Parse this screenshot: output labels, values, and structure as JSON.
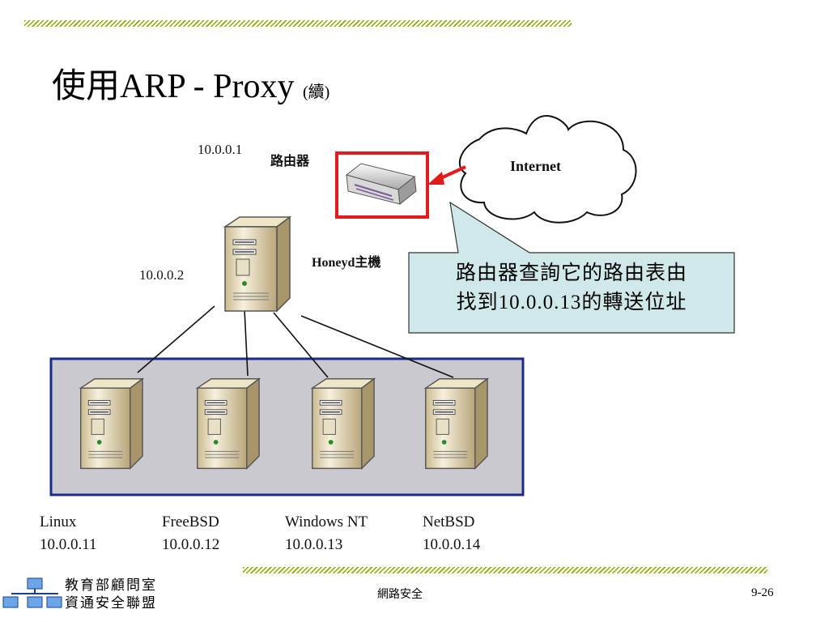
{
  "title": {
    "main": "使用ARP - Proxy",
    "sub": "(續)"
  },
  "diagram": {
    "router": {
      "ip": "10.0.0.1",
      "label": "路由器"
    },
    "cloud": {
      "label": "Internet"
    },
    "honeyd": {
      "ip": "10.0.0.2",
      "label": "Honeyd主機"
    },
    "callout": {
      "line1": "路由器查詢它的路由表由",
      "line2": "找到10.0.0.13的轉送位址"
    },
    "hosts": [
      {
        "os": "Linux",
        "ip": "10.0.0.11"
      },
      {
        "os": "FreeBSD",
        "ip": "10.0.0.12"
      },
      {
        "os": "Windows NT",
        "ip": "10.0.0.13"
      },
      {
        "os": "NetBSD",
        "ip": "10.0.0.14"
      }
    ],
    "colors": {
      "highlight": "#e41b1b",
      "callout_fill": "#cfe9ea",
      "subnet_border": "#1a2a8c",
      "subnet_fill": "#c9c9cf"
    }
  },
  "footer": {
    "org_line1": "教育部顧問室",
    "org_line2": "資通安全聯盟",
    "course": "網路安全",
    "page_number": "9-26",
    "logo_icon": "network-logo-icon"
  }
}
